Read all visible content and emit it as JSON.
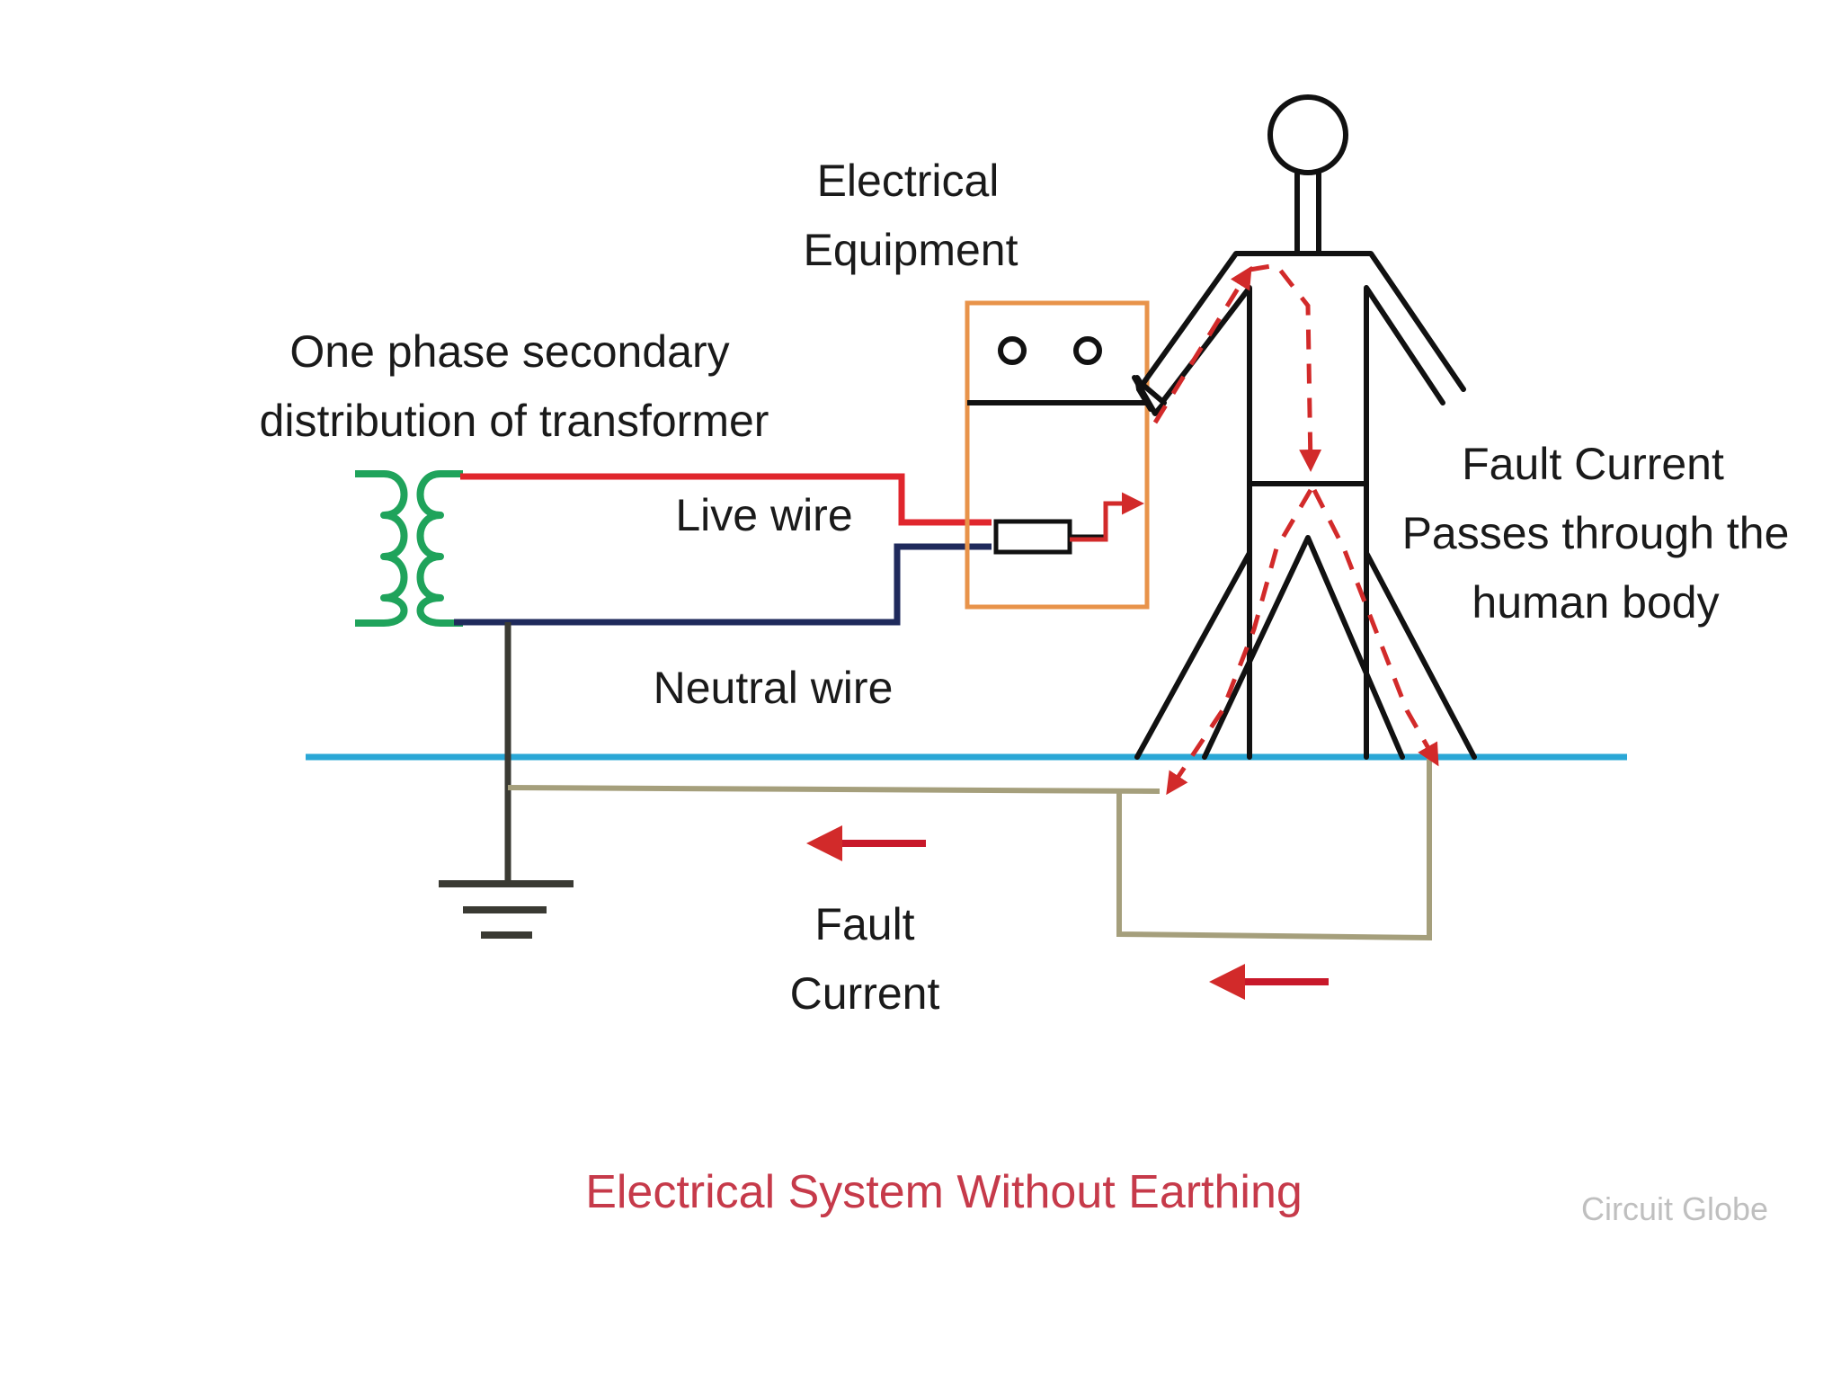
{
  "labels": {
    "equipment_line1": "Electrical",
    "equipment_line2": "Equipment",
    "transformer_line1": "One phase secondary",
    "transformer_line2": "distribution of transformer",
    "live_wire": "Live wire",
    "neutral_wire": "Neutral wire",
    "fault_line1": "Fault",
    "fault_line2": "Current",
    "body_line1": "Fault Current",
    "body_line2": "Passes through the",
    "body_line3": "human body"
  },
  "caption": "Electrical System Without Earthing",
  "watermark": "Circuit Globe",
  "colors": {
    "live_wire": "#e0262d",
    "neutral_wire": "#1f2a5c",
    "transformer_coil": "#1fa35b",
    "equipment_box": "#e8934a",
    "ground_line": "#2aa7d6",
    "earth_return": "#a59f7c",
    "fault_arrow": "#c8182a",
    "earth_symbol": "#3a3a33",
    "caption": "#c63a4a"
  }
}
